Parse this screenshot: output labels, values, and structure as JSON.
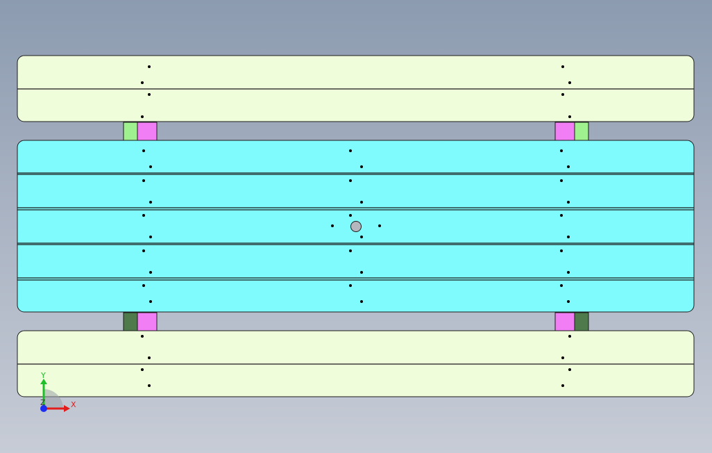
{
  "viewport": {
    "name": "cad-model-view"
  },
  "colors": {
    "light_slat": "#f0fddb",
    "cyan_slat": "#80fbfd",
    "pink_block": "#f27ef6",
    "light_green_block": "#9ff08f",
    "dark_green_block": "#4f7a4c",
    "edge": "#1a1a1a",
    "hole": "#000000",
    "center_hole": "#b4b8be"
  },
  "triad": {
    "y_label": "Y",
    "x_label": "X",
    "z_label": "Z",
    "x_color": "#e21b1b",
    "y_color": "#1fbf2a",
    "z_color": "#1d2ef0"
  }
}
